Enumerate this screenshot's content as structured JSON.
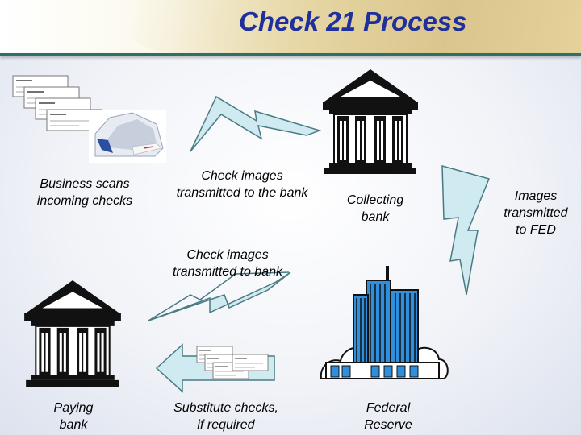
{
  "title": "Check 21 Process",
  "labels": {
    "business_scans": [
      "Business scans",
      "incoming checks"
    ],
    "transmitted_bank": [
      "Check images",
      "transmitted to the bank"
    ],
    "collecting_bank": [
      "Collecting",
      "bank"
    ],
    "images_fed": [
      "Images",
      "transmitted",
      "to FED"
    ],
    "transmitted_to_bank": [
      "Check images",
      "transmitted to bank"
    ],
    "paying_bank": [
      "Paying",
      "bank"
    ],
    "substitute_checks": [
      "Substitute checks,",
      "if required"
    ],
    "federal_reserve": [
      "Federal",
      "Reserve"
    ]
  },
  "colors": {
    "title": "#1f2f9c",
    "bolt_fill": "#cfeaf0",
    "bolt_stroke": "#4a7a82",
    "building_blue": "#2f8fdc",
    "divider": "#2e6f68"
  }
}
